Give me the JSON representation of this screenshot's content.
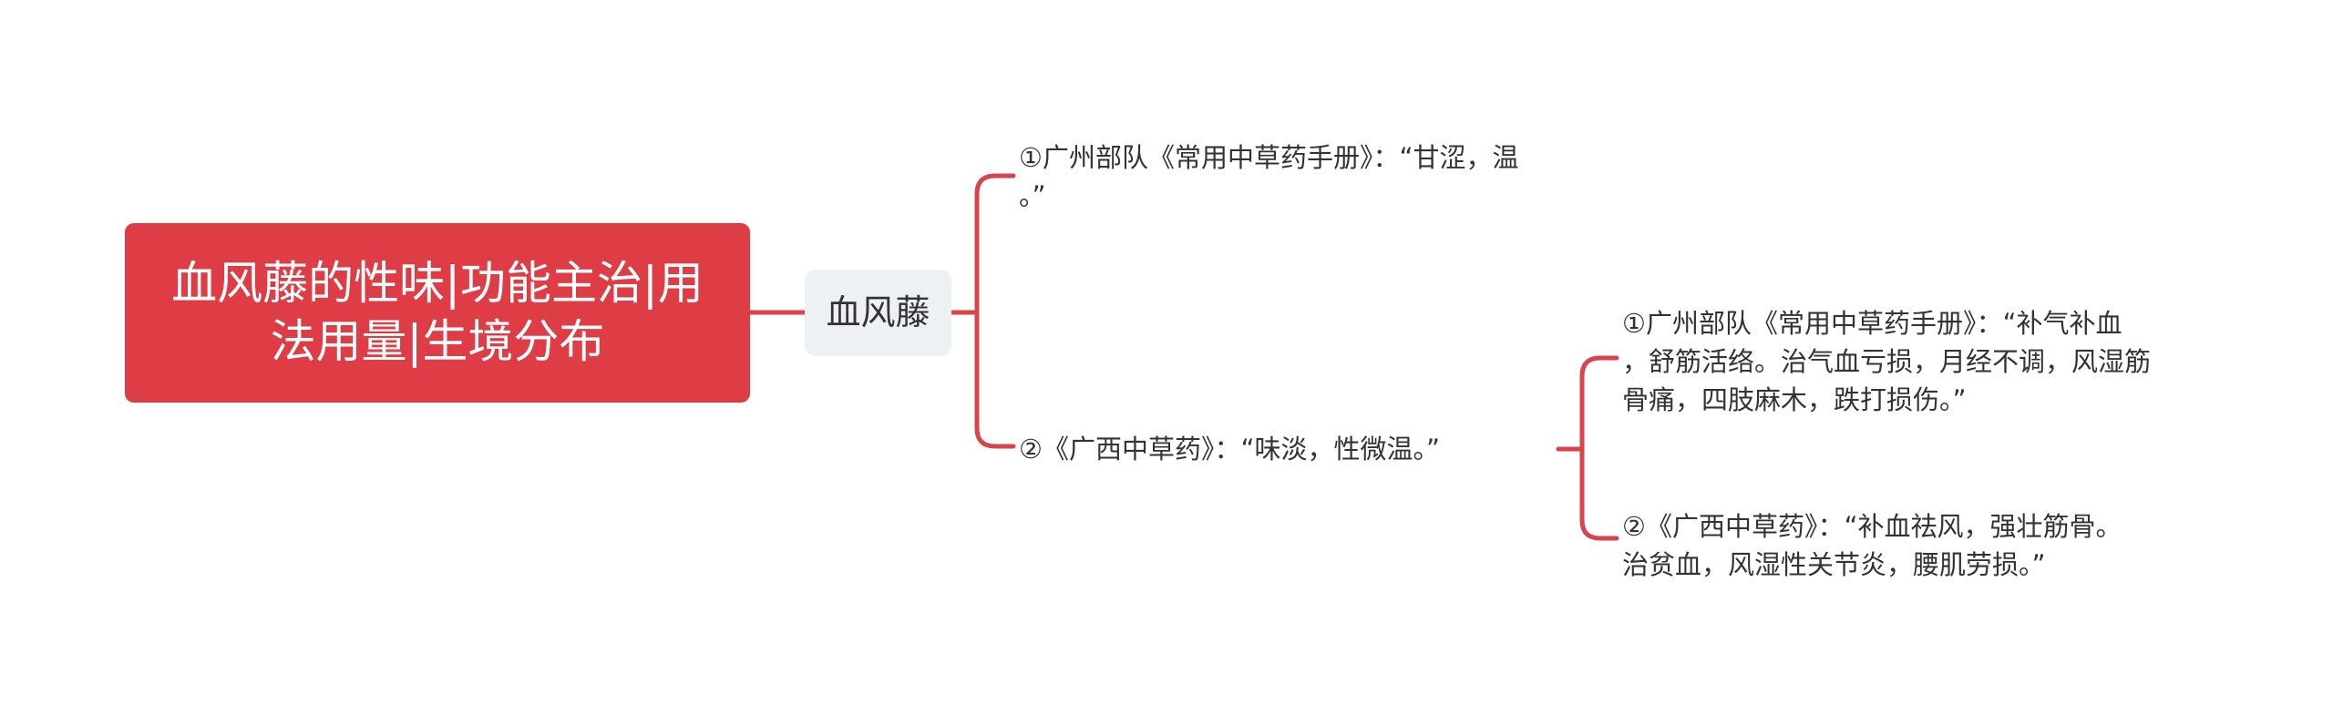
{
  "root": {
    "text": "血风藤的性味|功能主治|用法用量|生境分布"
  },
  "branch": {
    "text": "血风藤"
  },
  "leaves": {
    "leaf_1": "①广州部队《常用中草药手册》：“甘涩，温\n。”",
    "leaf_2": "②《广西中草药》：“味淡，性微温。”",
    "leaf_2_1": "①广州部队《常用中草药手册》：“补气补血\n，舒筋活络。治气血亏损，月经不调，风湿筋\n骨痛，四肢麻木，跌打损伤。”",
    "leaf_2_2": "②《广西中草药》：“补血祛风，强壮筋骨。\n治贫血，风湿性关节炎，腰肌劳损。”"
  },
  "colors": {
    "root_fill": "#df3d45",
    "branch_fill": "#eef1f4",
    "connector": "#d9434b",
    "text_dark": "#333333"
  }
}
